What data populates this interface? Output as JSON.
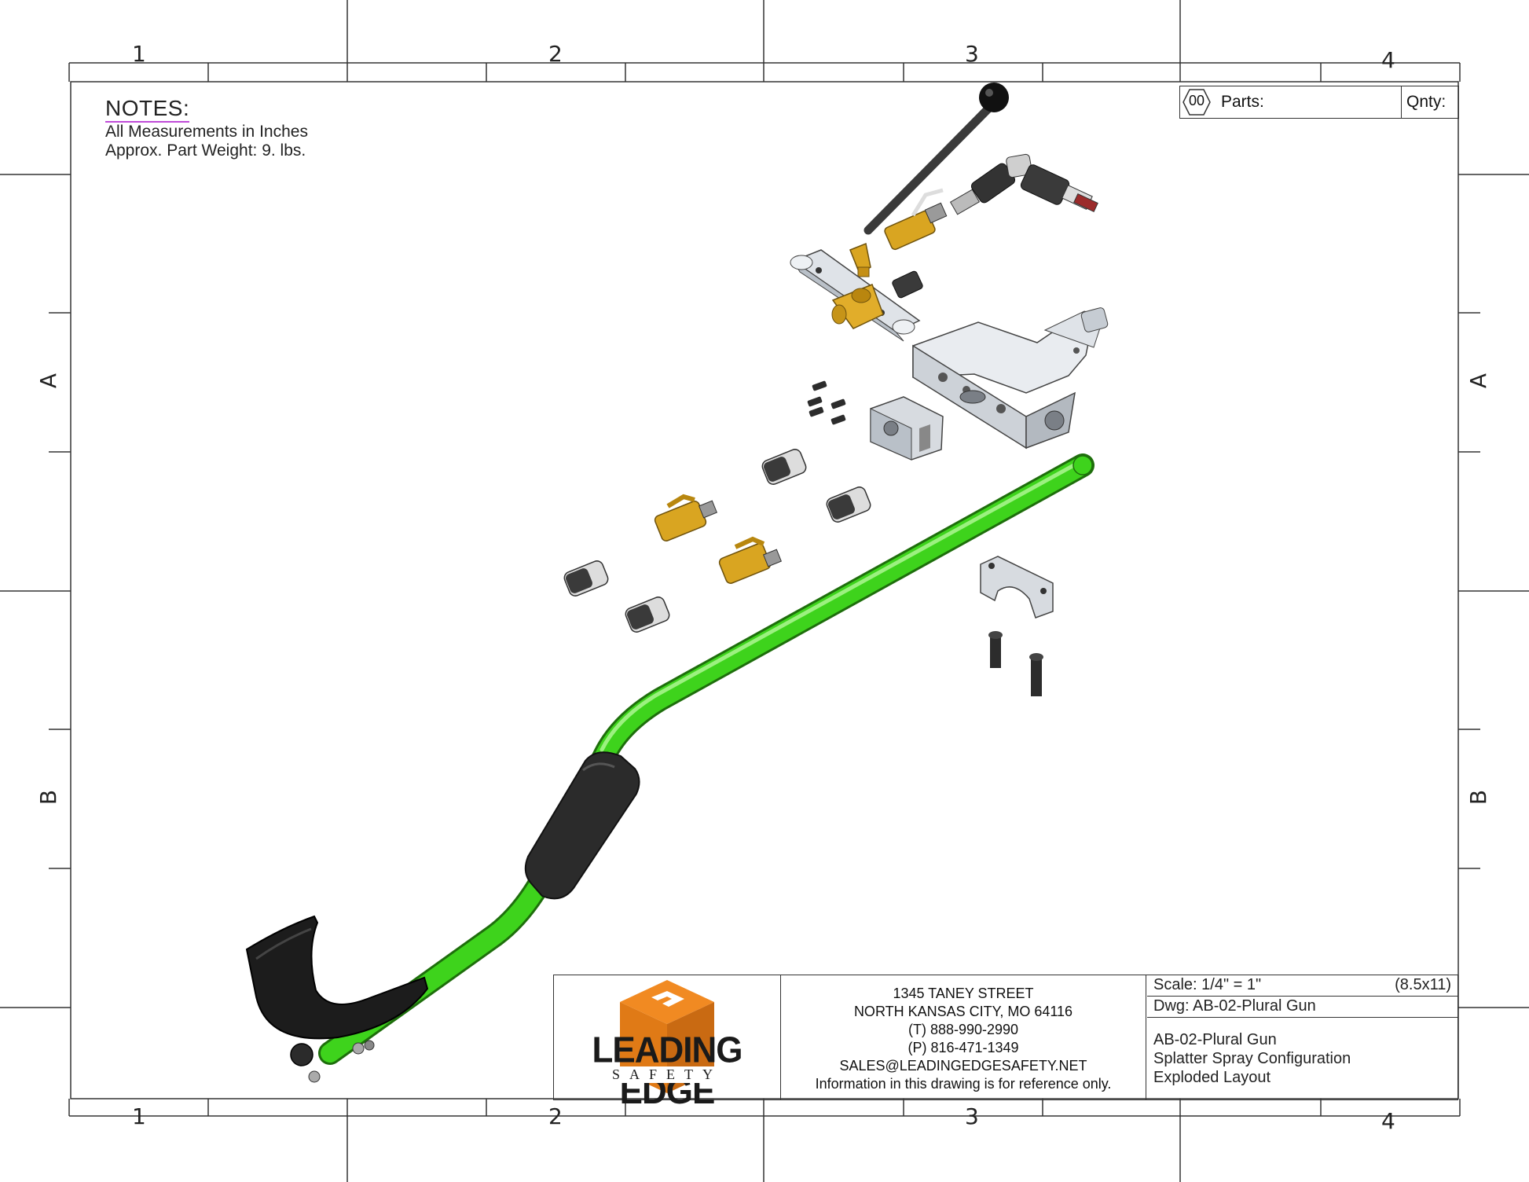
{
  "drawing": {
    "zones_columns": [
      "1",
      "2",
      "3",
      "4"
    ],
    "zones_rows": [
      "A",
      "B"
    ],
    "notes": {
      "title": "NOTES:",
      "lines": [
        "All Measurements in Inches",
        "Approx. Part Weight: 9. lbs."
      ]
    },
    "parts_header": {
      "item_number": "00",
      "parts_label": "Parts:",
      "qnty_label": "Qnty:"
    },
    "title_block": {
      "logo": {
        "line1": "LEADING EDGE",
        "line2": "SAFETY"
      },
      "address": [
        "1345 TANEY STREET",
        "NORTH KANSAS CITY, MO 64116",
        "(T) 888-990-2990",
        "(P) 816-471-1349",
        "SALES@LEADINGEDGESAFETY.NET",
        "Information in this drawing is for reference only."
      ],
      "scale": "Scale: 1/4\" = 1\"",
      "sheet_size": "(8.5x11)",
      "dwg": "Dwg: AB-02-Plural Gun",
      "description": [
        "AB-02-Plural Gun",
        "Splatter Spray Configuration",
        "Exploded Layout"
      ]
    },
    "colors": {
      "frame": "#333333",
      "green_pipe": "#3ed31c",
      "brass": "#d9a521",
      "steel": "#c9ced6",
      "grip": "#2b2b2b",
      "logo_orange": "#f18a22",
      "logo_orange_dark": "#c96a12"
    }
  }
}
